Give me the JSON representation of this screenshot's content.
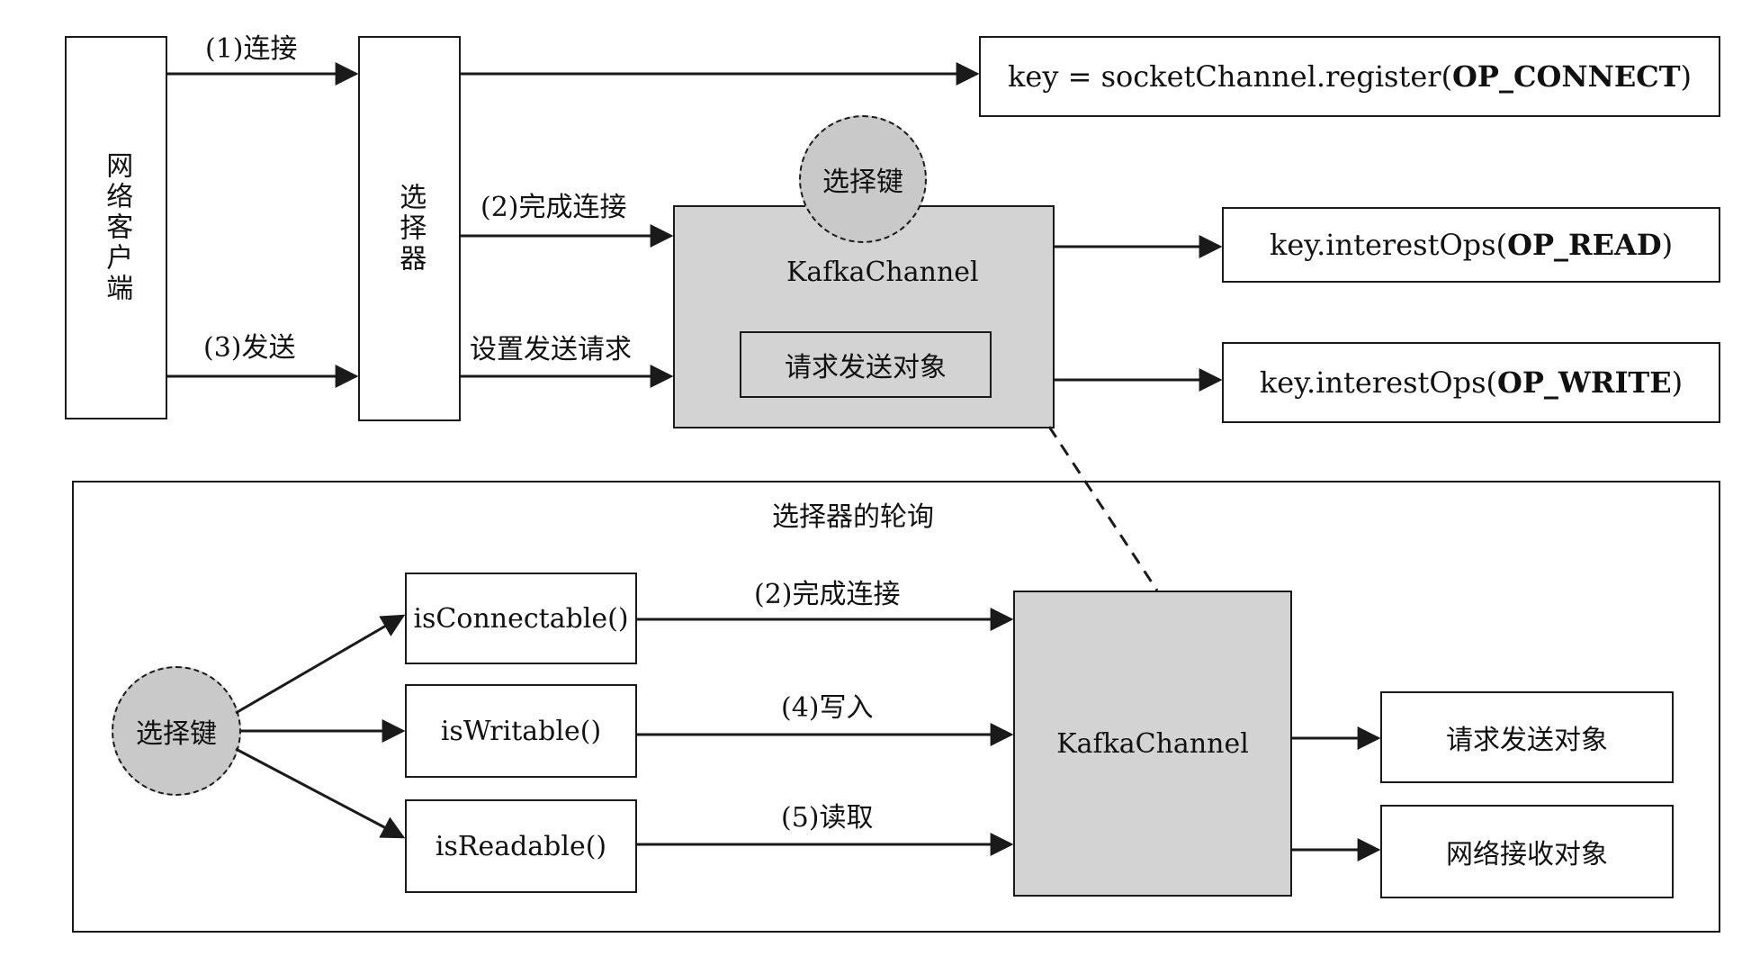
{
  "top": {
    "client_label": "网络客户端",
    "selector_label": "选择器",
    "selection_key": "选择键",
    "kafka_channel": "KafkaChannel",
    "send_object": "请求发送对象",
    "arrows": {
      "connect": "(1)连接",
      "finish_connect": "(2)完成连接",
      "send": "(3)发送",
      "set_send_request": "设置发送请求"
    },
    "code": {
      "register_prefix": "key = socketChannel.register(",
      "register_keyword": "OP_CONNECT",
      "register_suffix": ")",
      "read_prefix": "key.interestOps(",
      "read_keyword": "OP_READ",
      "read_suffix": ")",
      "write_prefix": "key.interestOps(",
      "write_keyword": "OP_WRITE",
      "write_suffix": ")"
    }
  },
  "bottom": {
    "title": "选择器的轮询",
    "selection_key": "选择键",
    "is_connectable": "isConnectable()",
    "is_writable": "isWritable()",
    "is_readable": "isReadable()",
    "kafka_channel": "KafkaChannel",
    "send_object": "请求发送对象",
    "receive_object": "网络接收对象",
    "arrows": {
      "finish_connect": "(2)完成连接",
      "write": "(4)写入",
      "read": "(5)读取"
    }
  }
}
